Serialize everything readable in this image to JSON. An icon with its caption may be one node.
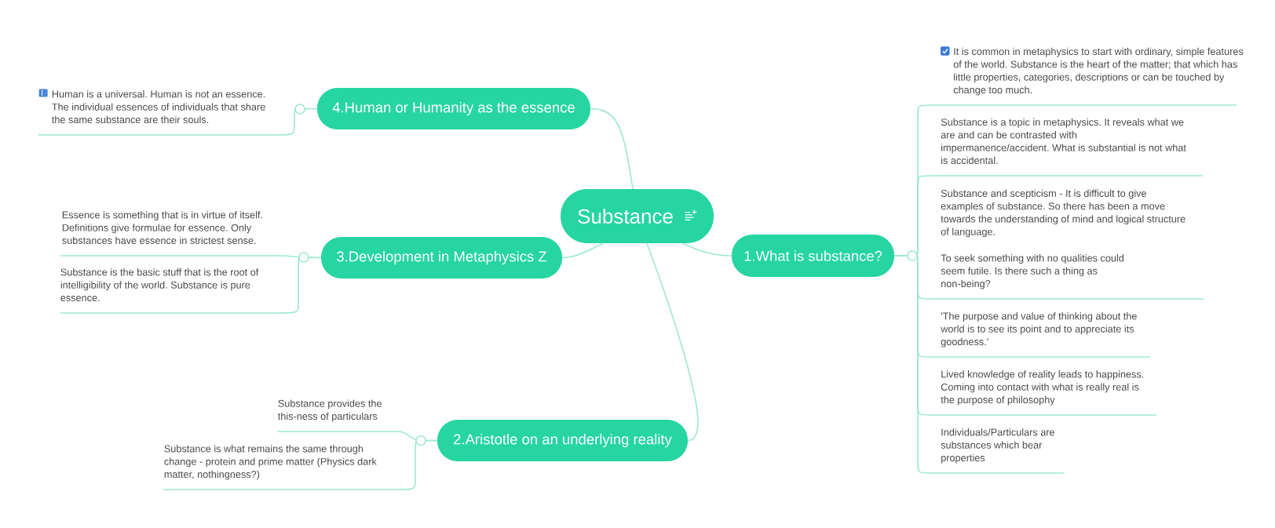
{
  "diagram": {
    "nodes": [
      {
        "text": [
          "Substance"
        ]
      },
      {
        "text": [
          "1.What is substance?"
        ]
      },
      {
        "text": [
          "2.Aristotle on an underlying reality"
        ]
      },
      {
        "text": [
          "3.Development in Metaphysics Z"
        ]
      },
      {
        "text": [
          "4.Human or Humanity as the essence"
        ]
      },
      {
        "text": [
          "It is common in metaphysics to start with ordinary, simple features of the world. Substance is the heart of the matter; that which has little properties, categories, descriptions or can be touched by change too much."
        ]
      },
      {
        "text": [
          "Substance is a topic in metaphysics. It reveals what we are and can be contrasted with impermanence/accident. What is substantial is not what is accidental."
        ]
      },
      {
        "text": [
          "Substance and scepticism - It is difficult to give examples of substance. So there has been a move towards the understanding of mind and logical structure of language.",
          "To seek something with no qualities could seem futile. Is there such a thing as non-being?"
        ]
      },
      {
        "text": [
          "'The purpose and value of thinking about the world is to see its point and to appreciate its goodness.'"
        ]
      },
      {
        "text": [
          "Lived knowledge of reality leads to happiness. Coming into contact with what is really real is the purpose of philosophy"
        ]
      },
      {
        "text": [
          "Individuals/Particulars are substances which bear properties"
        ]
      },
      {
        "text": [
          "Human is a universal. Human is not an essence. The individual essences of individuals that share the same substance are their souls."
        ]
      },
      {
        "text": [
          "Essence is something that is in virtue of itself. Definitions give formulae for essence. Only substances have essence in strictest sense."
        ]
      },
      {
        "text": [
          "Substance is the basic stuff that is the root of intelligibility of the world. Substance is pure essence."
        ]
      },
      {
        "text": [
          "Substance provides the this-ness of particulars"
        ]
      },
      {
        "text": [
          "Substance is what remains the same through change - protein and prime matter (Physics dark matter, nothingness?)"
        ]
      }
    ],
    "edges": [
      {
        "from": 0,
        "to": 1,
        "arrow": "none"
      },
      {
        "from": 0,
        "to": 2,
        "arrow": "none"
      },
      {
        "from": 0,
        "to": 3,
        "arrow": "none"
      },
      {
        "from": 0,
        "to": 4,
        "arrow": "none"
      },
      {
        "from": 1,
        "to": 5,
        "arrow": "none"
      },
      {
        "from": 1,
        "to": 6,
        "arrow": "none"
      },
      {
        "from": 1,
        "to": 7,
        "arrow": "none"
      },
      {
        "from": 1,
        "to": 8,
        "arrow": "none"
      },
      {
        "from": 1,
        "to": 9,
        "arrow": "none"
      },
      {
        "from": 1,
        "to": 10,
        "arrow": "none"
      },
      {
        "from": 4,
        "to": 11,
        "arrow": "none"
      },
      {
        "from": 3,
        "to": 12,
        "arrow": "none"
      },
      {
        "from": 3,
        "to": 13,
        "arrow": "none"
      },
      {
        "from": 2,
        "to": 14,
        "arrow": "none"
      },
      {
        "from": 2,
        "to": 15,
        "arrow": "none"
      }
    ]
  }
}
